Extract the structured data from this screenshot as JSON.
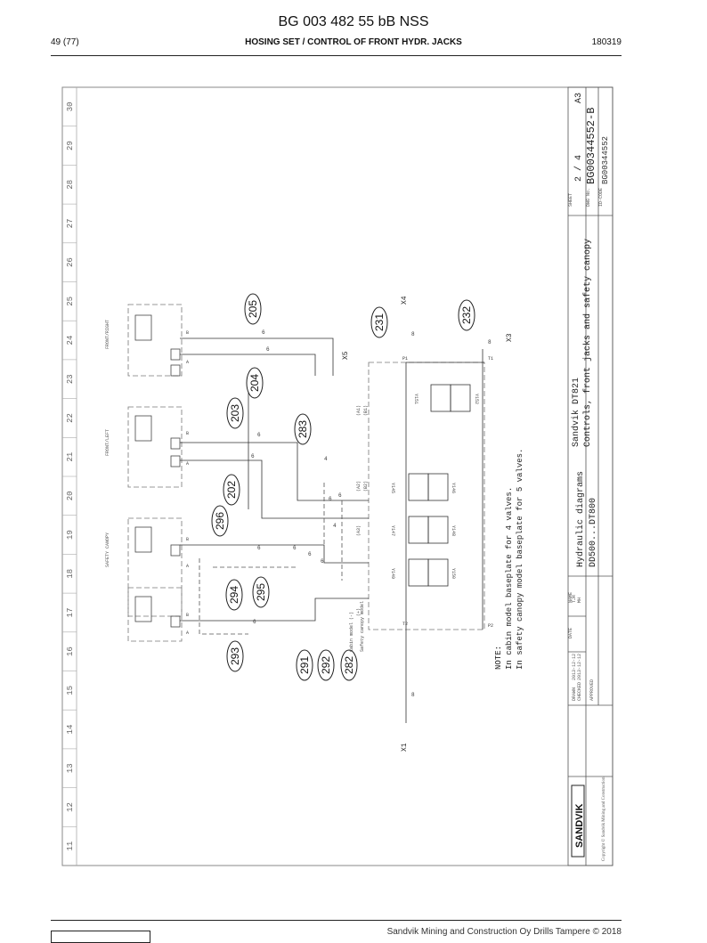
{
  "document": {
    "code": "BG 003 482 55 bB NSS",
    "page": "49 (77)",
    "section": "HOSING SET / CONTROL OF FRONT HYDR. JACKS",
    "date_code": "180319",
    "footer": "Sandvik Mining and Construction Oy Drills Tampere © 2018"
  },
  "drawing": {
    "zone_numbers": [
      "11",
      "12",
      "13",
      "14",
      "15",
      "16",
      "17",
      "18",
      "19",
      "20",
      "21",
      "22",
      "23",
      "24",
      "25",
      "26",
      "27",
      "28",
      "29",
      "30"
    ],
    "jack_groups": [
      "SAFETY CANOPY",
      "FRONT/LEFT",
      "FRONT/RIGHT"
    ],
    "port_labels": [
      "B",
      "A",
      "B",
      "A",
      "B",
      "A",
      "B",
      "A"
    ],
    "hose_size_labels": [
      "6",
      "6",
      "6",
      "6",
      "6",
      "6",
      "6",
      "6",
      "6",
      "6",
      "6",
      "8",
      "8",
      "8",
      "4",
      "4"
    ],
    "callouts": [
      "205",
      "231",
      "232",
      "204",
      "203",
      "283",
      "202",
      "296",
      "294",
      "295",
      "293",
      "291",
      "292",
      "282"
    ],
    "connections": [
      "X1",
      "X3",
      "X4",
      "X5",
      "P1",
      "T1",
      "T2",
      "P2"
    ],
    "valve_labels": [
      "Y145",
      "Y146",
      "Y147",
      "Y148",
      "Y149",
      "Y150",
      "Y151",
      "Y152"
    ],
    "valve_port_labels": [
      "(+)",
      "(A3)",
      "(A2)",
      "(A1)",
      "(B2)",
      "(B1)"
    ],
    "valve_note": [
      "Cabin model (-)",
      "Safety canopy model"
    ],
    "note": {
      "heading": "NOTE:",
      "lines": [
        "In cabin model baseplate for 4 valves.",
        "In safety canopy model baseplate for 5 valves."
      ]
    },
    "title_block": {
      "brand": "SANDVIK",
      "copyright": "Copyright © Sandvik Mining and Construction",
      "row_labels": [
        "DRAWN",
        "CHECKED",
        "APPROVED"
      ],
      "col_labels": [
        "DATE",
        "NAME"
      ],
      "dates": [
        "2013-12-12",
        "2013-12-12"
      ],
      "names": [
        "TJR",
        "MH"
      ],
      "title": "Hydraulic diagrams",
      "model_range": "DD500...DT800",
      "model_code": "Sandvik DT821",
      "description": "Controls, front jacks and safety canopy",
      "sheet_label": "SHEET",
      "sheet": "2 / 4",
      "format": "A3",
      "drawing_no_label": "DWG No.",
      "drawing_no": "BG00344552-B",
      "part_no_label": "ID-CODE",
      "part_no": "BG00344552"
    }
  }
}
